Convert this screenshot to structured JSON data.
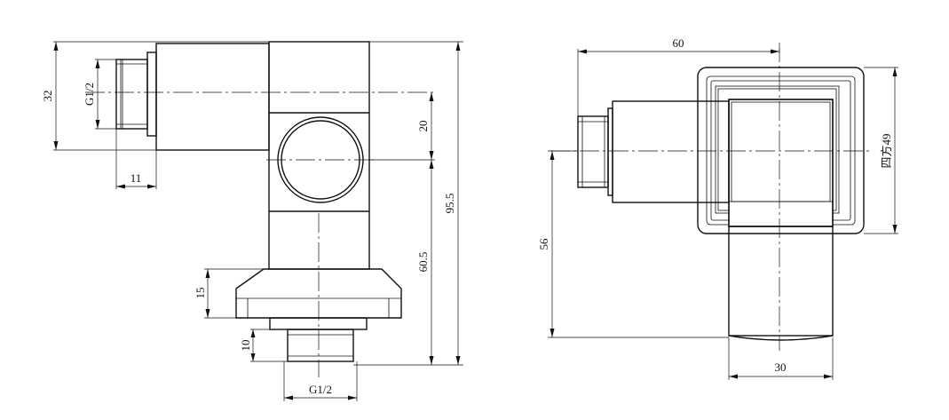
{
  "front_view": {
    "dim_height": "32",
    "dim_thread_side": "G1/2",
    "dim_thread_length": "11",
    "dim_knob_offset": "20",
    "dim_total_height": "95.5",
    "dim_base_height": "60.5",
    "dim_flange_height": "15",
    "dim_bottom_thread_height": "10",
    "dim_bottom_thread": "G1/2"
  },
  "side_view": {
    "dim_width": "60",
    "dim_square_plate": "四方49",
    "dim_height": "56",
    "dim_bottom_width": "30"
  }
}
